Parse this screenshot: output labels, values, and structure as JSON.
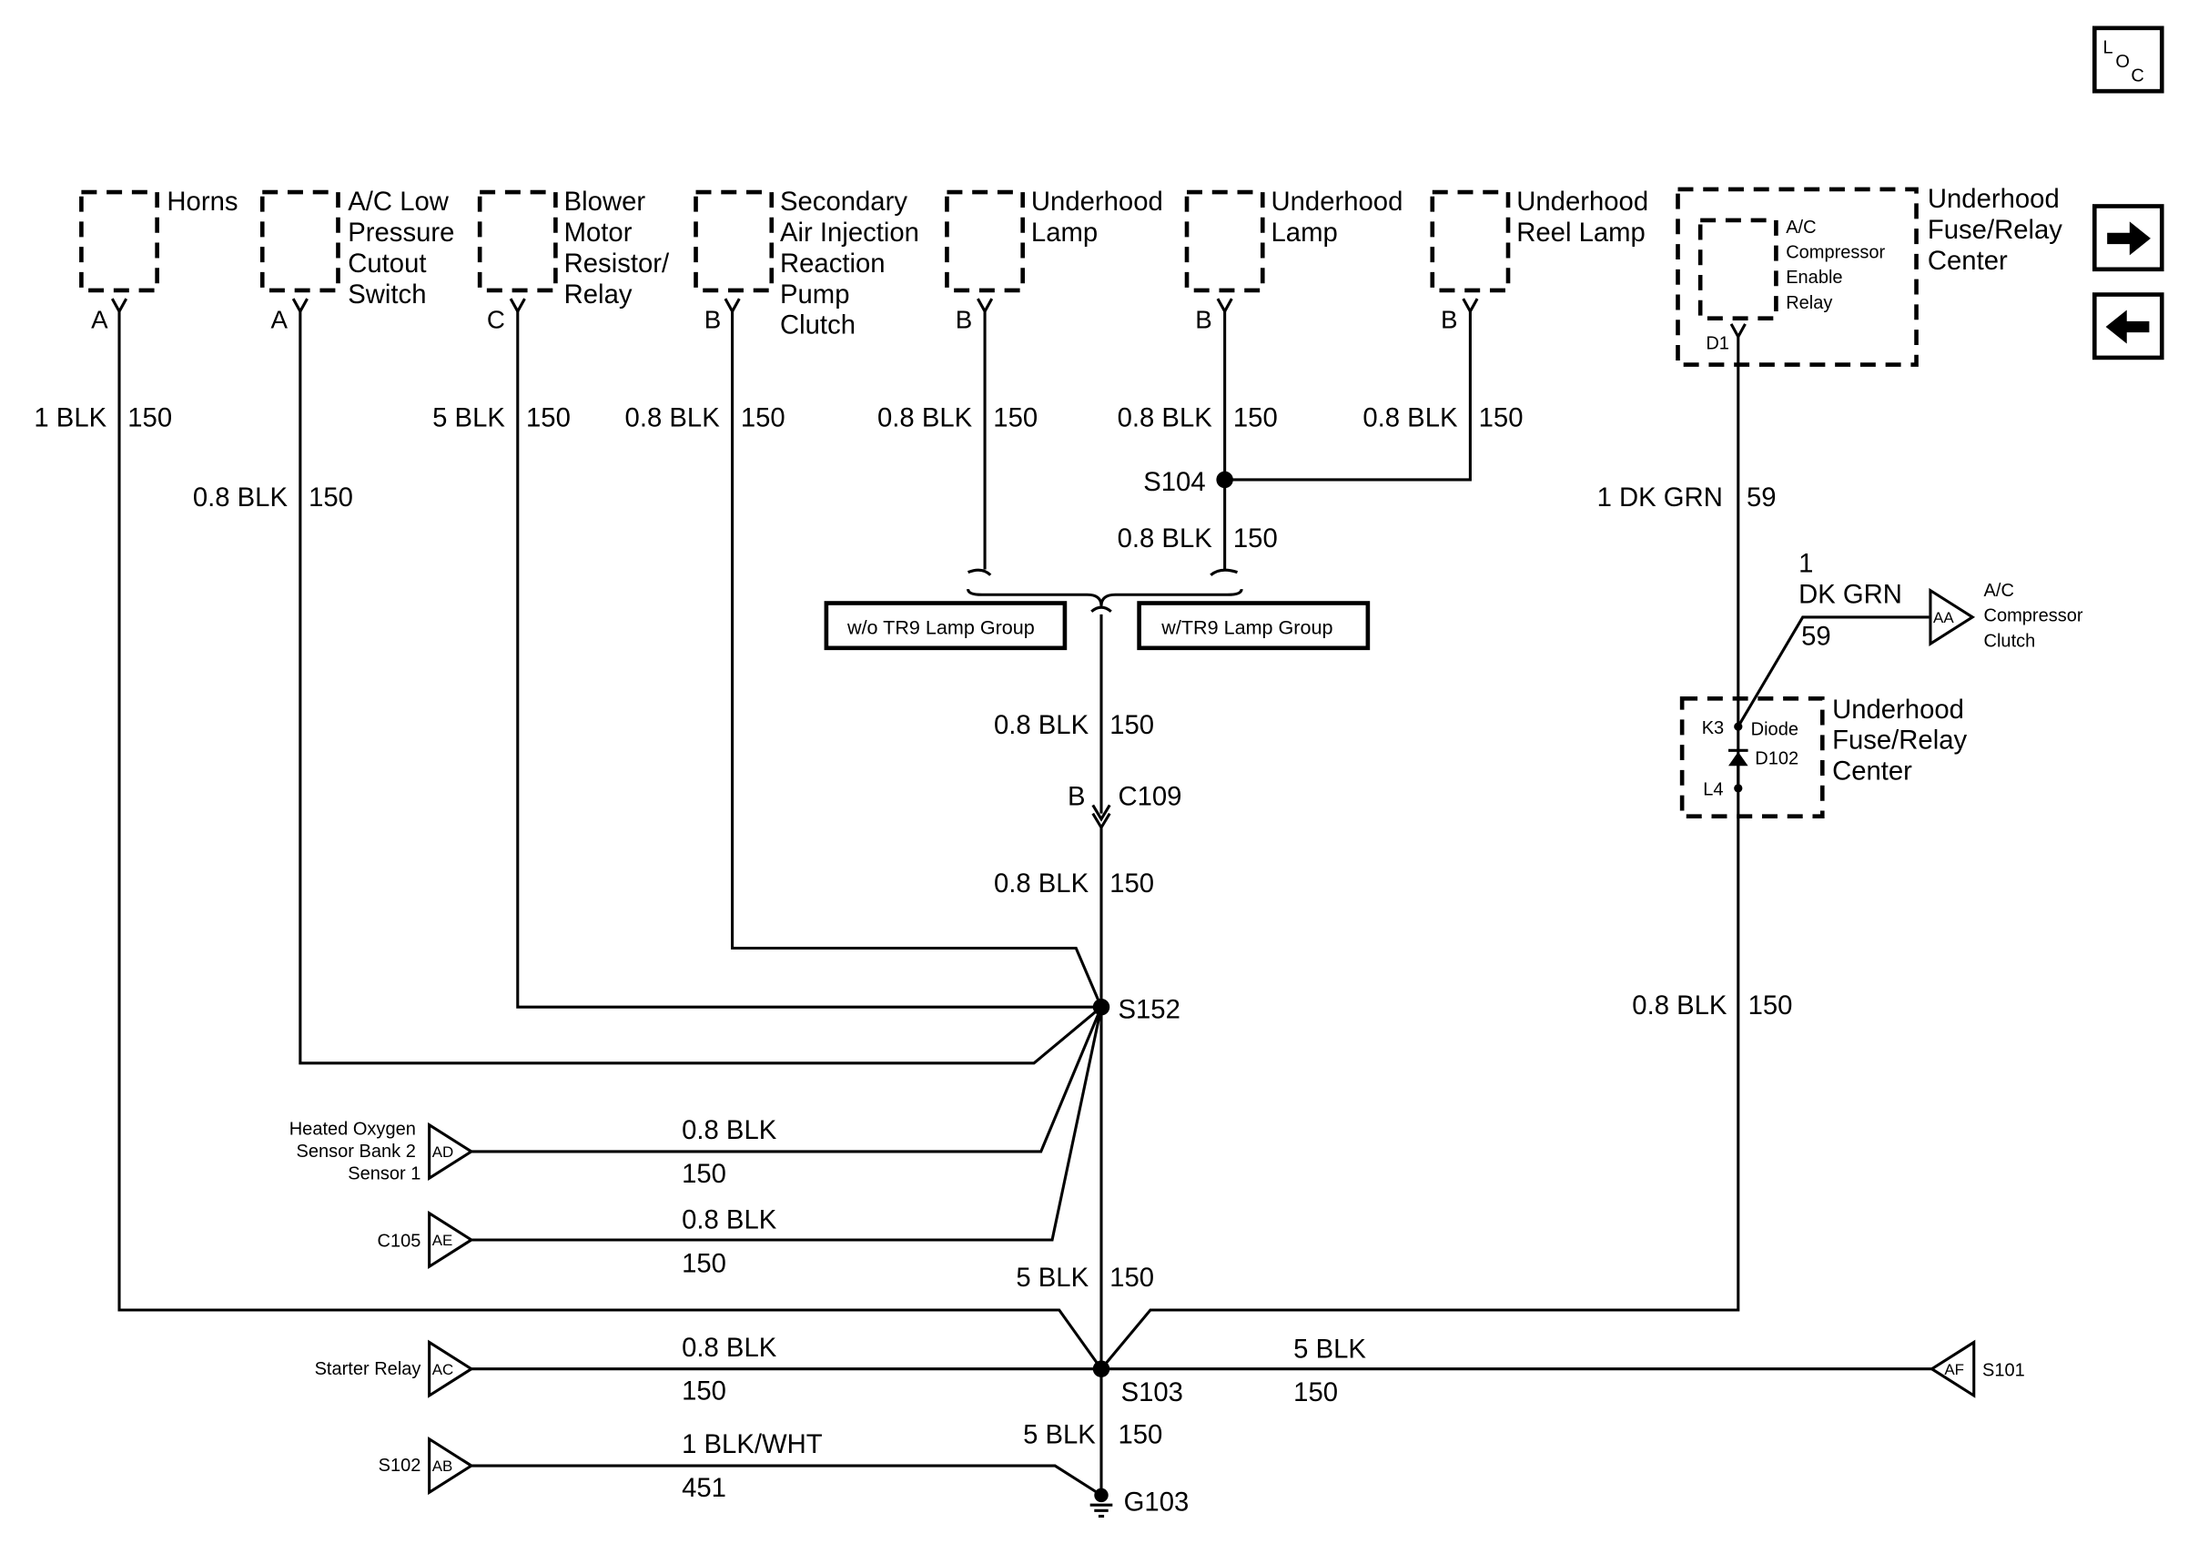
{
  "loc": {
    "l": "L",
    "o": "O",
    "c": "C"
  },
  "nav": {
    "forward_icon": "arrow-right-icon",
    "back_icon": "arrow-left-icon"
  },
  "components": [
    {
      "lines": [
        "Horns"
      ],
      "pin": "A"
    },
    {
      "lines": [
        "A/C Low",
        "Pressure",
        "Cutout",
        "Switch"
      ],
      "pin": "A"
    },
    {
      "lines": [
        "Blower",
        "Motor",
        "Resistor/",
        "Relay"
      ],
      "pin": "C"
    },
    {
      "lines": [
        "Secondary",
        "Air Injection",
        "Reaction",
        "Pump",
        "Clutch"
      ],
      "pin": "B"
    },
    {
      "lines": [
        "Underhood",
        "Lamp"
      ],
      "pin": "B"
    },
    {
      "lines": [
        "Underhood",
        "Lamp"
      ],
      "pin": "B"
    },
    {
      "lines": [
        "Underhood",
        "Reel Lamp"
      ],
      "pin": "B"
    }
  ],
  "fuse_center_top": {
    "lines": [
      "Underhood",
      "Fuse/Relay",
      "Center"
    ],
    "relay_lines": [
      "A/C",
      "Compressor",
      "Enable",
      "Relay"
    ],
    "pin": "D1"
  },
  "fuse_center_lower": {
    "lines": [
      "Underhood",
      "Fuse/Relay",
      "Center"
    ],
    "k3": "K3",
    "l4": "L4",
    "diode": "Diode",
    "diode_id": "D102"
  },
  "wires": {
    "horns": {
      "gauge": "1 BLK",
      "circuit": "150"
    },
    "ac_switch": {
      "gauge": "0.8 BLK",
      "circuit": "150"
    },
    "blower": {
      "gauge": "5 BLK",
      "circuit": "150"
    },
    "air_pump": {
      "gauge": "0.8 BLK",
      "circuit": "150"
    },
    "lamp1": {
      "gauge": "0.8 BLK",
      "circuit": "150"
    },
    "lamp2": {
      "gauge": "0.8 BLK",
      "circuit": "150"
    },
    "reel": {
      "gauge": "0.8 BLK",
      "circuit": "150"
    },
    "s104_out": {
      "gauge": "0.8 BLK",
      "circuit": "150"
    },
    "relay_d1": {
      "gauge": "1 DK GRN",
      "circuit": "59"
    },
    "clutch_branch": {
      "gauge_a": "1",
      "gauge_b": "DK GRN",
      "circuit": "59"
    },
    "c109_in": {
      "gauge": "0.8 BLK",
      "circuit": "150"
    },
    "c109_out": {
      "gauge": "0.8 BLK",
      "circuit": "150"
    },
    "l4_out": {
      "gauge": "0.8 BLK",
      "circuit": "150"
    },
    "o2": {
      "gauge": "0.8 BLK",
      "circuit": "150"
    },
    "c105": {
      "gauge": "0.8 BLK",
      "circuit": "150"
    },
    "s152_out": {
      "gauge": "5 BLK",
      "circuit": "150"
    },
    "starter": {
      "gauge": "0.8 BLK",
      "circuit": "150"
    },
    "s101": {
      "gauge": "5 BLK",
      "circuit": "150"
    },
    "s102": {
      "gauge": "1 BLK/WHT",
      "circuit": "451"
    },
    "ground": {
      "gauge": "5 BLK",
      "circuit": "150"
    }
  },
  "options": {
    "without_tr9": "w/o TR9 Lamp Group",
    "with_tr9": "w/TR9 Lamp Group"
  },
  "connector": {
    "pin": "B",
    "name": "C109"
  },
  "splices": {
    "s104": "S104",
    "s152": "S152",
    "s103": "S103"
  },
  "ground": {
    "name": "G103"
  },
  "refs": {
    "aa": {
      "tag": "AA",
      "lines": [
        "A/C",
        "Compressor",
        "Clutch"
      ]
    },
    "ad": {
      "tag": "AD",
      "lines": [
        "Heated Oxygen",
        "Sensor Bank 2",
        "Sensor 1"
      ]
    },
    "ae": {
      "tag": "AE",
      "lines": [
        "C105"
      ]
    },
    "ac": {
      "tag": "AC",
      "lines": [
        "Starter Relay"
      ]
    },
    "ab": {
      "tag": "AB",
      "lines": [
        "S102"
      ]
    },
    "af": {
      "tag": "AF",
      "lines": [
        "S101"
      ]
    }
  }
}
